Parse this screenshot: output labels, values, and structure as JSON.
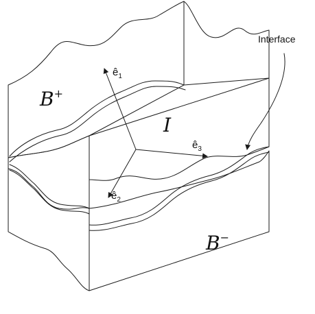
{
  "labels": {
    "body_upper": "B",
    "body_upper_sup": "+",
    "body_lower": "B",
    "body_lower_sup": "−",
    "interface_symbol": "I",
    "interface_callout": "Interface",
    "e1": "ê",
    "e1_sub": "1",
    "e2": "ê",
    "e2_sub": "2",
    "e3": "ê",
    "e3_sub": "3"
  },
  "colors": {
    "line": "#1a1a1a",
    "background": "#ffffff"
  }
}
